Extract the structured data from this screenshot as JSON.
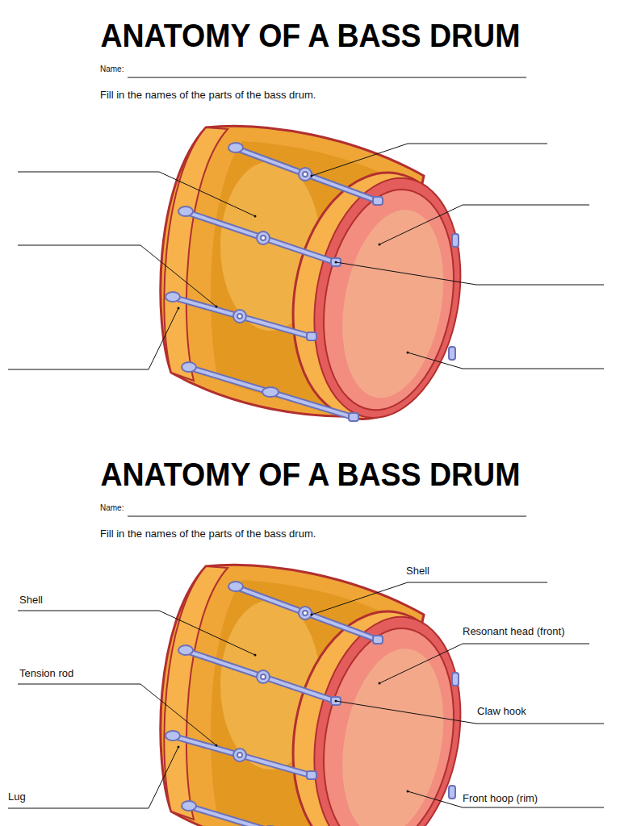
{
  "diagram": {
    "title": "ANATOMY OF A BASS DRUM",
    "labels": [
      "Name:",
      "Fill in the names of the parts of the bass drum.",
      "ANATOMY OF A BASS DRUM",
      "Name:",
      "Fill in the names of the parts of the bass drum.",
      "Shell",
      "Shell",
      "Resonant head (front)",
      "Tension rod",
      "Claw hook",
      "Lug",
      "Front hoop (rim)"
    ]
  }
}
